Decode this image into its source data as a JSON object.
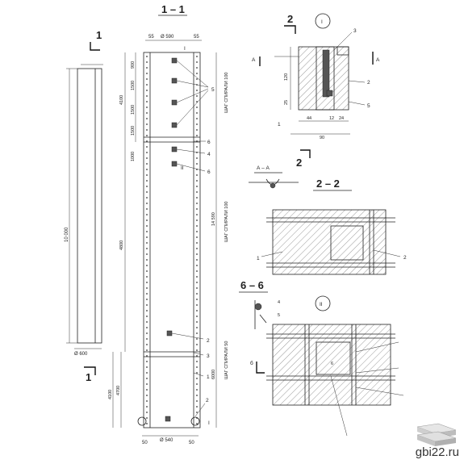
{
  "sections": {
    "s11": {
      "title": "1 – 1"
    },
    "s22": {
      "title": "2 – 2"
    },
    "s66": {
      "title": "6 – 6"
    },
    "saa": {
      "title": "А – А"
    }
  },
  "marks": {
    "sec1_top": "1",
    "sec1_bottom": "1",
    "sec2_top": "2",
    "sec2_bottom": "2",
    "node1": "I",
    "node2": "II",
    "arrowA_left": "А",
    "arrowA_right": "А",
    "sec6": "б"
  },
  "dims": {
    "elevation_total": "10 000",
    "diam_pile": "Ø 600",
    "diam_outer": "Ø 590",
    "diam_inner": "Ø 540",
    "top_55_left": "55",
    "top_55_right": "55",
    "bot_50_left": "50",
    "bot_50_right": "50",
    "v_4100": "4100",
    "v_1500a": "1500",
    "v_1500b": "1500",
    "v_1500c": "1500",
    "v_1000": "1000",
    "v_900": "900",
    "v_4800": "4800",
    "v_4100b": "4100",
    "v_4700": "4700",
    "v_14590": "14 590",
    "v_6000": "6000",
    "pitch_top": "ШАГ СПИРАЛИ 100",
    "pitch_mid": "ШАГ СПИРАЛИ 100",
    "pitch_bot": "ШАГ СПИРАЛИ 50",
    "node_44": "44",
    "node_12": "12",
    "node_24": "24",
    "node_90": "90",
    "node_120": "120",
    "node_25": "25"
  },
  "callouts": [
    "1",
    "2",
    "3",
    "4",
    "5",
    "6"
  ],
  "watermark": {
    "text": "gbi22.ru"
  }
}
